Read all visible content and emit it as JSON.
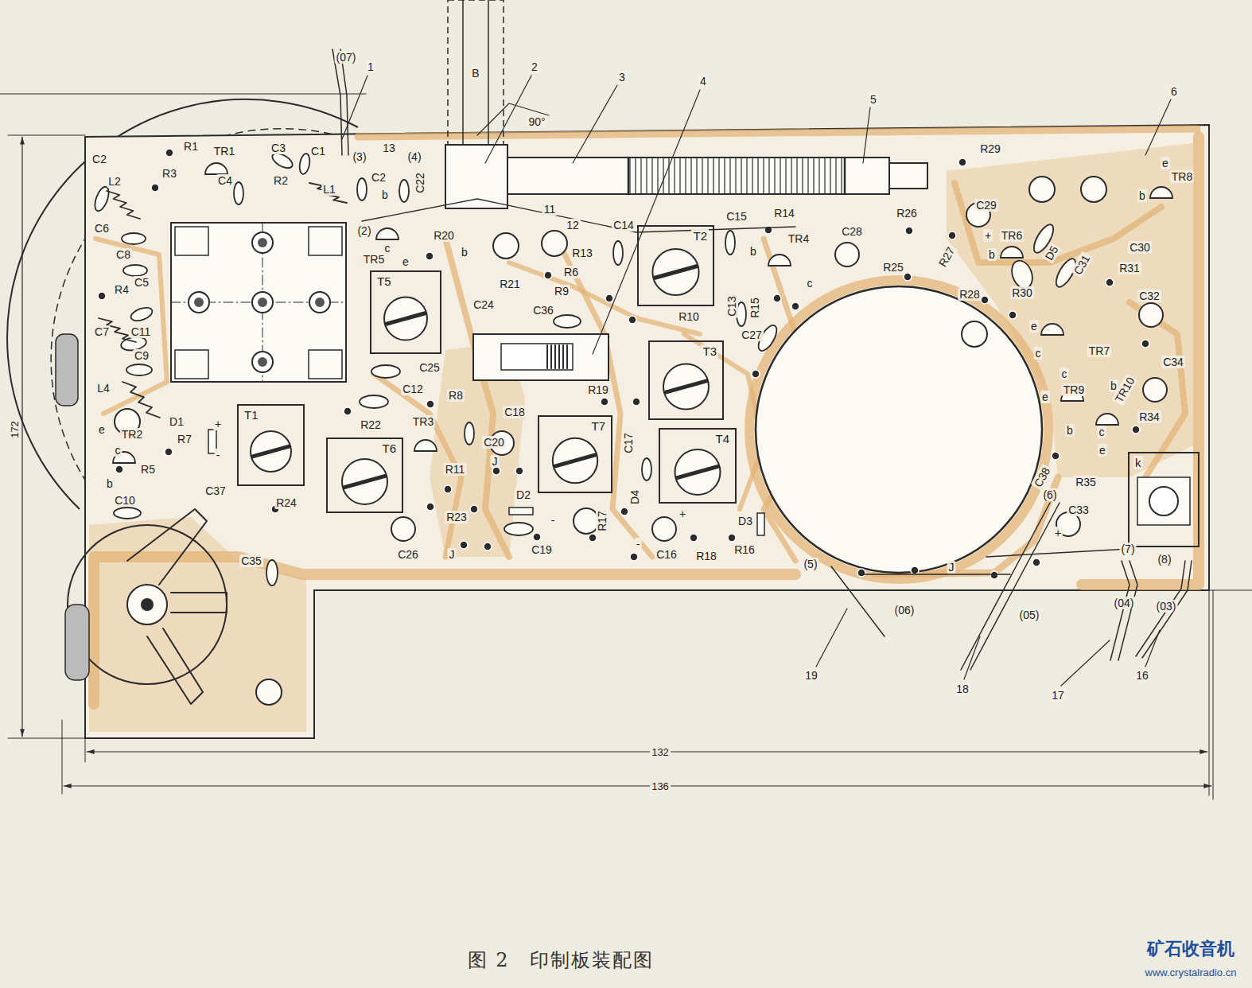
{
  "diagram": {
    "caption": "图 2　印制板装配图",
    "nodes": [
      {
        "text": [
          "T5"
        ]
      },
      {
        "text": [
          "T2"
        ]
      },
      {
        "text": [
          "T3"
        ]
      },
      {
        "text": [
          "T1"
        ]
      },
      {
        "text": [
          "T6"
        ]
      },
      {
        "text": [
          "T7"
        ]
      },
      {
        "text": [
          "T4"
        ]
      },
      {
        "text": [
          "k"
        ]
      }
    ],
    "labels": [
      "(07)",
      "1",
      "2",
      "3",
      "4",
      "5",
      "6",
      "B",
      "90°",
      "172",
      "C2",
      "R1",
      "TR1",
      "C3",
      "C1",
      "(3)",
      "13",
      "(4)",
      "C2",
      "C22",
      "R3",
      "L2",
      "C4",
      "R2",
      "L1",
      "b",
      "C6",
      "(2)",
      "c",
      "R20",
      "11",
      "12",
      "C14",
      "C15",
      "R14",
      "C28",
      "R26",
      "R29",
      "C29",
      "e",
      "TR8",
      "b",
      "TR5",
      "e",
      "b",
      "C8",
      "C5",
      "R4",
      "R13",
      "R6",
      "R21",
      "R9",
      "C24",
      "C36",
      "R10",
      "TR4",
      "b",
      "c",
      "C13",
      "R15",
      "C27",
      "R25",
      "R27",
      "TR6",
      "+",
      "b",
      "R28",
      "R30",
      "D5",
      "C31",
      "C30",
      "R31",
      "C32",
      "e",
      "c",
      "TR7",
      "C34",
      "C7",
      "C11",
      "C9",
      "L4",
      "C25",
      "C12",
      "R8",
      "R19",
      "C18",
      "R22",
      "TR3",
      "C17",
      "TR9",
      "TR10",
      "R34",
      "e",
      "c",
      "b",
      "c",
      "e",
      "b",
      "TR2",
      "e",
      "D1",
      "+",
      "-",
      "R7",
      "c",
      "R5",
      "b",
      "C10",
      "C20",
      "J",
      "R11",
      "D2",
      "-",
      "C37",
      "R24",
      "R23",
      "C26",
      "J",
      "C19",
      "R17",
      "D4",
      "C16",
      "+",
      "-",
      "R18",
      "R16",
      "D3",
      "C38",
      "R35",
      "(6)",
      "C33",
      "+",
      "(5)",
      "J",
      "(7)",
      "(8)",
      "C35",
      "(06)",
      "(05)",
      "(04)",
      "(03)",
      "19",
      "18",
      "17",
      "16",
      "132",
      "136",
      "矿石收音机",
      "www.crystalradio.cn"
    ]
  }
}
